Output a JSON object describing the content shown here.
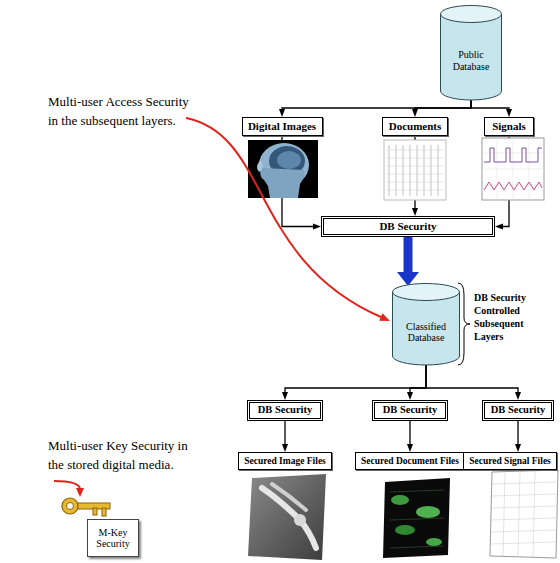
{
  "diagram": {
    "nodes": [
      {
        "text": [
          "Public Database"
        ]
      },
      {
        "text": [
          "Digital Images"
        ]
      },
      {
        "text": [
          "Documents"
        ]
      },
      {
        "text": [
          "Signals"
        ]
      },
      {
        "text": [
          "DB Security"
        ]
      },
      {
        "text": [
          "Classified Database"
        ]
      },
      {
        "text": [
          "DB Security"
        ]
      },
      {
        "text": [
          "DB Security"
        ]
      },
      {
        "text": [
          "DB Security"
        ]
      },
      {
        "text": [
          "Secured Image Files"
        ]
      },
      {
        "text": [
          "Secured Document Files"
        ]
      },
      {
        "text": [
          "Secured Signal Files"
        ]
      },
      {
        "text": [
          "M-Key Security"
        ]
      }
    ],
    "edges": [
      {
        "from": 0,
        "to": 1,
        "arrow": "to"
      },
      {
        "from": 0,
        "to": 2,
        "arrow": "to"
      },
      {
        "from": 0,
        "to": 3,
        "arrow": "to"
      },
      {
        "from": 1,
        "to": 4,
        "arrow": "to"
      },
      {
        "from": 2,
        "to": 4,
        "arrow": "to"
      },
      {
        "from": 3,
        "to": 4,
        "arrow": "to"
      },
      {
        "from": 4,
        "to": 5,
        "arrow": "to"
      },
      {
        "from": 5,
        "to": 6,
        "arrow": "to"
      },
      {
        "from": 5,
        "to": 7,
        "arrow": "to"
      },
      {
        "from": 5,
        "to": 8,
        "arrow": "to"
      },
      {
        "from": 6,
        "to": 9,
        "arrow": "to"
      },
      {
        "from": 7,
        "to": 10,
        "arrow": "to"
      },
      {
        "from": 8,
        "to": 11,
        "arrow": "to"
      }
    ],
    "labels": [
      "Multi-user Access Security in the subsequent layers.",
      "DB Security Controlled Subsequent Layers",
      "Multi-user Key Security in the stored digital media."
    ]
  }
}
